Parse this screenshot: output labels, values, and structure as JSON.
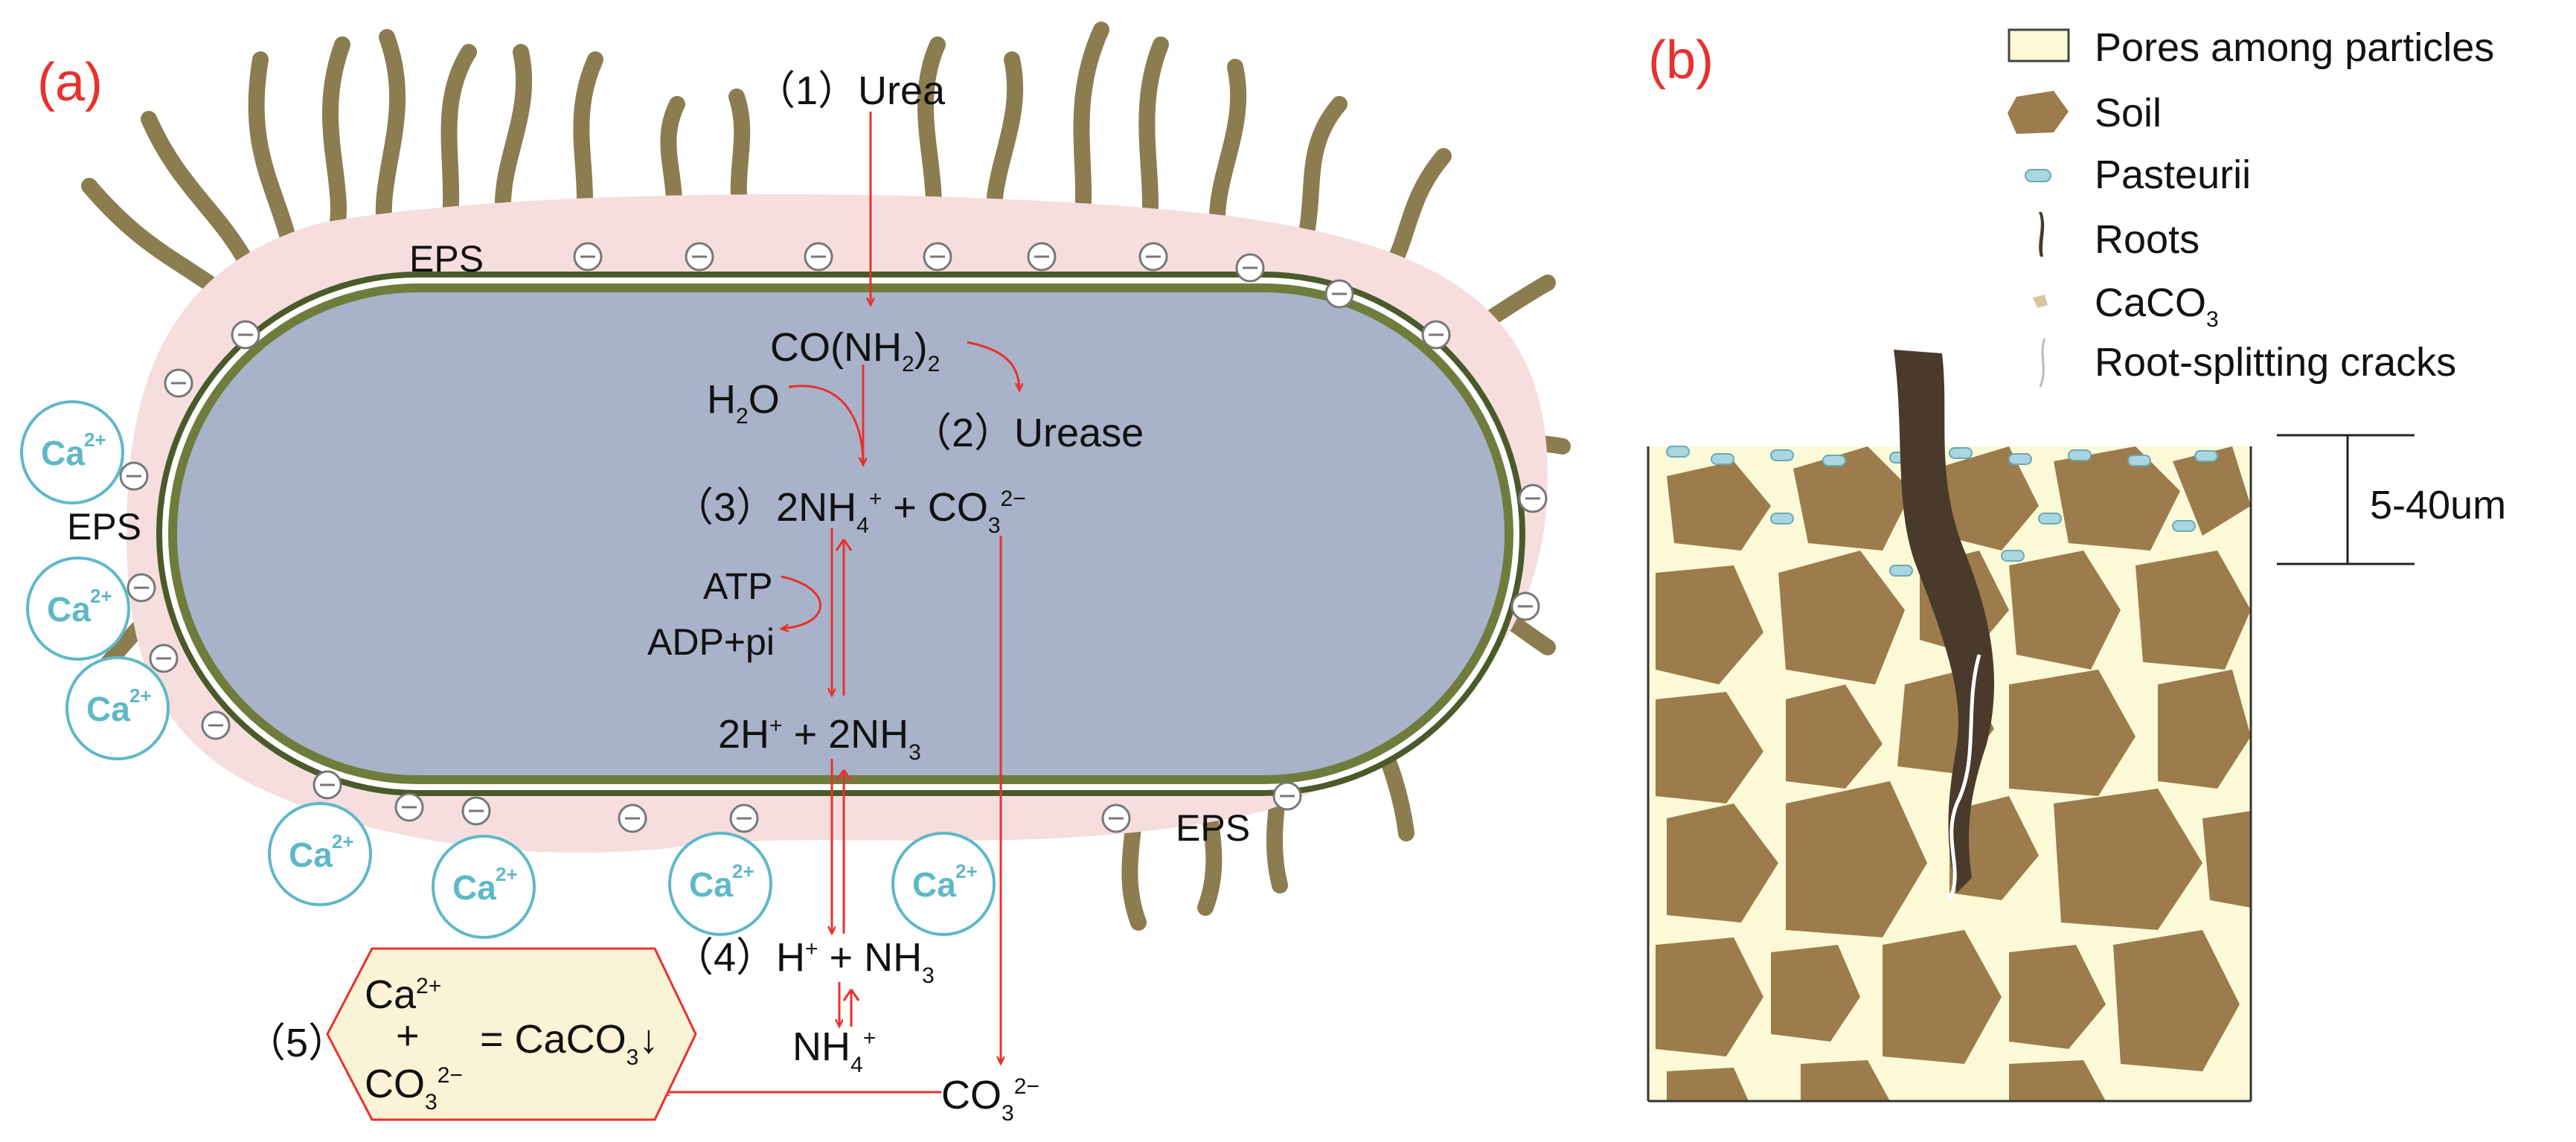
{
  "panels": {
    "a": "(a)",
    "b": "(b)"
  },
  "steps": {
    "s1": {
      "num": "（1）",
      "text": "Urea"
    },
    "urea_formula": {
      "main": "CO(NH",
      "sub": "2",
      "tail": ")",
      "sub2": "2"
    },
    "water": {
      "main": "H",
      "sub": "2",
      "tail": "O"
    },
    "s2": {
      "num": "（2）",
      "text": "Urease"
    },
    "s3": {
      "num": "（3）",
      "a": "2NH",
      "a_sub": "4",
      "a_sup": "+",
      "plus": " + CO",
      "b_sub": "3",
      "b_sup": "2−"
    },
    "atp": "ATP",
    "adp": "ADP+pi",
    "h_nh3": {
      "a": "2H",
      "a_sup": "+",
      "b": " + 2NH",
      "b_sub": "3"
    },
    "s4": {
      "num": "（4）",
      "a": "H",
      "a_sup": "+",
      "b": " + NH",
      "b_sub": "3"
    },
    "nh4": {
      "a": "NH",
      "a_sub": "4",
      "a_sup": "+"
    },
    "co3": {
      "a": "CO",
      "a_sub": "3",
      "a_sup": "2−"
    },
    "s5": {
      "num": "（5）",
      "ca": "Ca",
      "ca_sup": "2+",
      "plus": "+",
      "co3": "CO",
      "co3_sub": "3",
      "co3_sup": "2−",
      "eq": "= CaCO",
      "eq_sub": "3",
      "arrow": "↓"
    }
  },
  "eps_labels": [
    "EPS",
    "EPS",
    "EPS"
  ],
  "ions": {
    "ca": "Ca",
    "charge": "2+",
    "count": 7
  },
  "legend": [
    {
      "icon": "pores-swatch-icon",
      "label": "Pores among particles"
    },
    {
      "icon": "soil-particle-icon",
      "label": "Soil"
    },
    {
      "icon": "pasteurii-cell-icon",
      "label": "Pasteurii"
    },
    {
      "icon": "root-icon",
      "label": "Roots"
    },
    {
      "icon": "caco3-crystal-icon",
      "label": "CaCO",
      "sub": "3"
    },
    {
      "icon": "crack-icon",
      "label": "Root-splitting cracks"
    }
  ],
  "scale_label": "5-40um",
  "colors": {
    "panel_label": "#e8312c",
    "arrow": "#e8312c",
    "cell_fill": "#a8b2c8",
    "cell_wall": "#4a5a2a",
    "eps": "#f6dede",
    "flagella": "#8b7d50",
    "ion": "#5fb8c8",
    "soil": "#9c7c4c",
    "pore": "#fbf9d6",
    "root": "#4a3a2c",
    "result_box": "#fbf3d6"
  }
}
